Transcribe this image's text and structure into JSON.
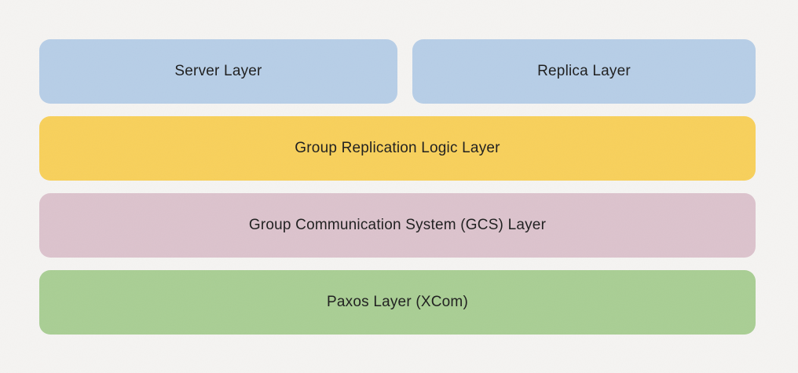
{
  "colors": {
    "background": "#f5f4f2",
    "text": "#1e1e1e",
    "blue": "#b7cee7",
    "yellow": "#f8d05b",
    "pink": "#dcc3cd",
    "green": "#a9ce94"
  },
  "layers": [
    {
      "name": "server",
      "label": "Server Layer"
    },
    {
      "name": "replica",
      "label": "Replica Layer"
    },
    {
      "name": "group-replication-logic",
      "label": "Group Replication Logic Layer"
    },
    {
      "name": "gcs",
      "label": "Group Communication System (GCS) Layer"
    },
    {
      "name": "paxos",
      "label": "Paxos Layer (XCom)"
    }
  ]
}
